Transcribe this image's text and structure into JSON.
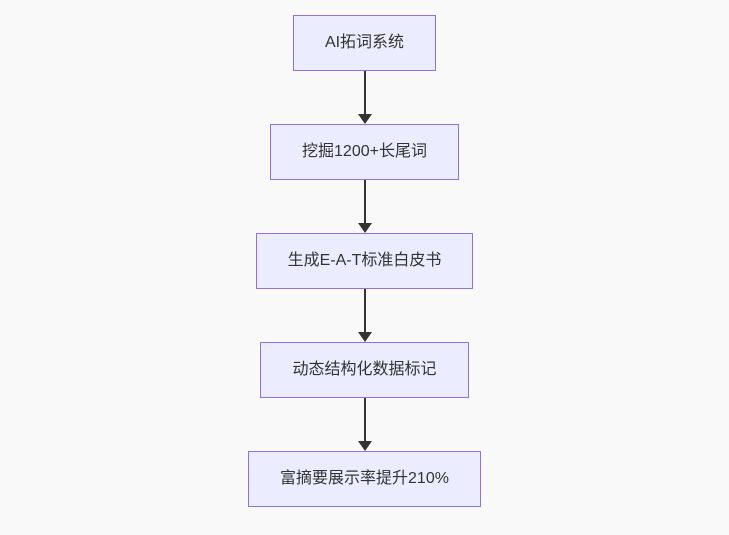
{
  "diagram": {
    "type": "flowchart",
    "direction": "top-down",
    "nodes": [
      {
        "label": "AI拓词系统"
      },
      {
        "label": "挖掘1200+长尾词"
      },
      {
        "label": "生成E-A-T标准白皮书"
      },
      {
        "label": "动态结构化数据标记"
      },
      {
        "label": "富摘要展示率提升210%"
      }
    ],
    "edges": [
      {
        "from": 0,
        "to": 1
      },
      {
        "from": 1,
        "to": 2
      },
      {
        "from": 2,
        "to": 3
      },
      {
        "from": 3,
        "to": 4
      }
    ],
    "colors": {
      "node_fill": "#ECECFF",
      "node_border": "#9370DB",
      "arrow": "#333333",
      "text": "#333333",
      "background": "#F9F9F9"
    }
  }
}
